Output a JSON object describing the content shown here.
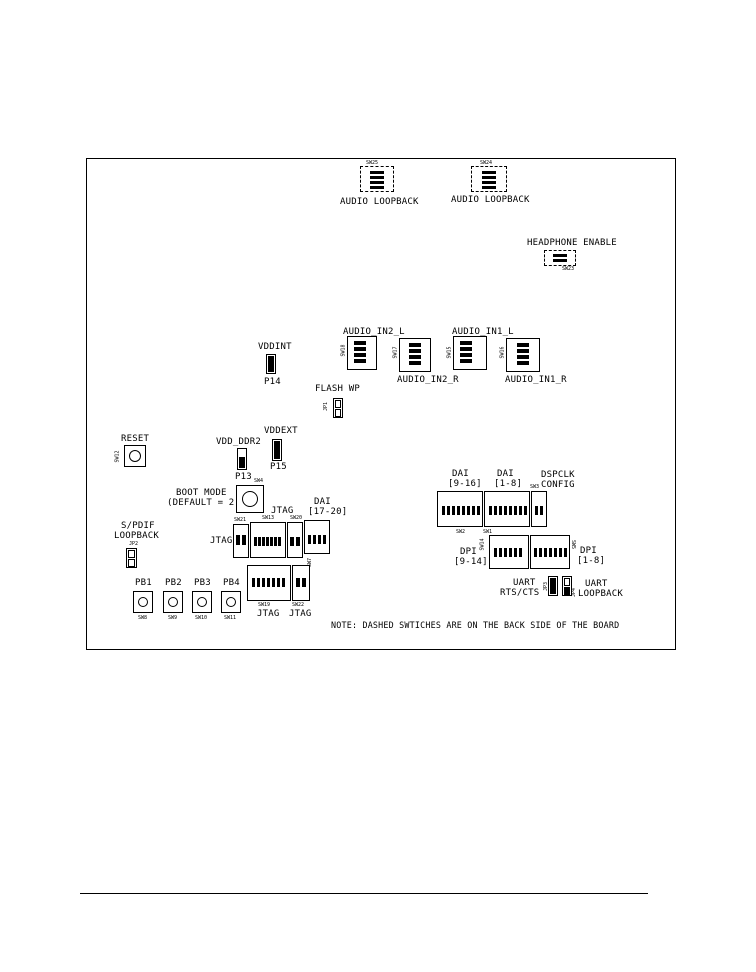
{
  "labels": {
    "sw25": "SW25",
    "sw24": "SW24",
    "audio_loopback_1": "AUDIO LOOPBACK",
    "audio_loopback_2": "AUDIO LOOPBACK",
    "headphone_enable": "HEADPHONE ENABLE",
    "sw23": "SW23",
    "audio_in2_l": "AUDIO_IN2_L",
    "audio_in1_l": "AUDIO_IN1_L",
    "audio_in2_r": "AUDIO_IN2_R",
    "audio_in1_r": "AUDIO_IN1_R",
    "sw18": "SW18",
    "sw17": "SW17",
    "sw15": "SW15",
    "sw16": "SW16",
    "vddint": "VDDINT",
    "p14": "P14",
    "flash_wp": "FLASH WP",
    "jp1": "JP1",
    "reset": "RESET",
    "sw12": "SW12",
    "vdd_ddr2": "VDD_DDR2",
    "p13": "P13",
    "vddext": "VDDEXT",
    "p15": "P15",
    "boot_mode": "BOOT MODE",
    "boot_default": "(DEFAULT = 2)",
    "sw4": "SW4",
    "jtag_top": "JTAG",
    "sw21": "SW21",
    "sw13": "SW13",
    "sw20": "SW20",
    "dai_17_20_a": "DAI",
    "dai_17_20_b": "[17-20]",
    "sw7": "SW7",
    "spdif_a": "S/PDIF",
    "spdif_b": "LOOPBACK",
    "jp2": "JP2",
    "jtag_left": "JTAG",
    "sw19": "SW19",
    "sw22": "SW22",
    "jtag_bottom_1": "JTAG",
    "jtag_bottom_2": "JTAG",
    "pb1": "PB1",
    "pb2": "PB2",
    "pb3": "PB3",
    "pb4": "PB4",
    "sw8": "SW8",
    "sw9": "SW9",
    "sw10": "SW10",
    "sw11": "SW11",
    "dai_9_16_a": "DAI",
    "dai_9_16_b": "[9-16]",
    "dai_1_8_a": "DAI",
    "dai_1_8_b": "[1-8]",
    "dspclk_a": "DSPCLK",
    "dspclk_b": "CONFIG",
    "sw3": "SW3",
    "sw2": "SW2",
    "sw1": "SW1",
    "dpi_9_14_a": "DPI",
    "dpi_9_14_b": "[9-14]",
    "sw14": "SW14",
    "dpi_1_8_a": "DPI",
    "dpi_1_8_b": "[1-8]",
    "sw5": "SW5",
    "uart_rts_a": "UART",
    "uart_rts_b": "RTS/CTS",
    "jp3": "JP3",
    "uart_loop_a": "UART",
    "uart_loop_b": "LOOPBACK",
    "jp4": "JP4",
    "note": "NOTE: DASHED SWTICHES ARE ON THE BACK SIDE OF THE BOARD"
  },
  "colors": {
    "ink": "#000000",
    "paper": "#ffffff"
  }
}
